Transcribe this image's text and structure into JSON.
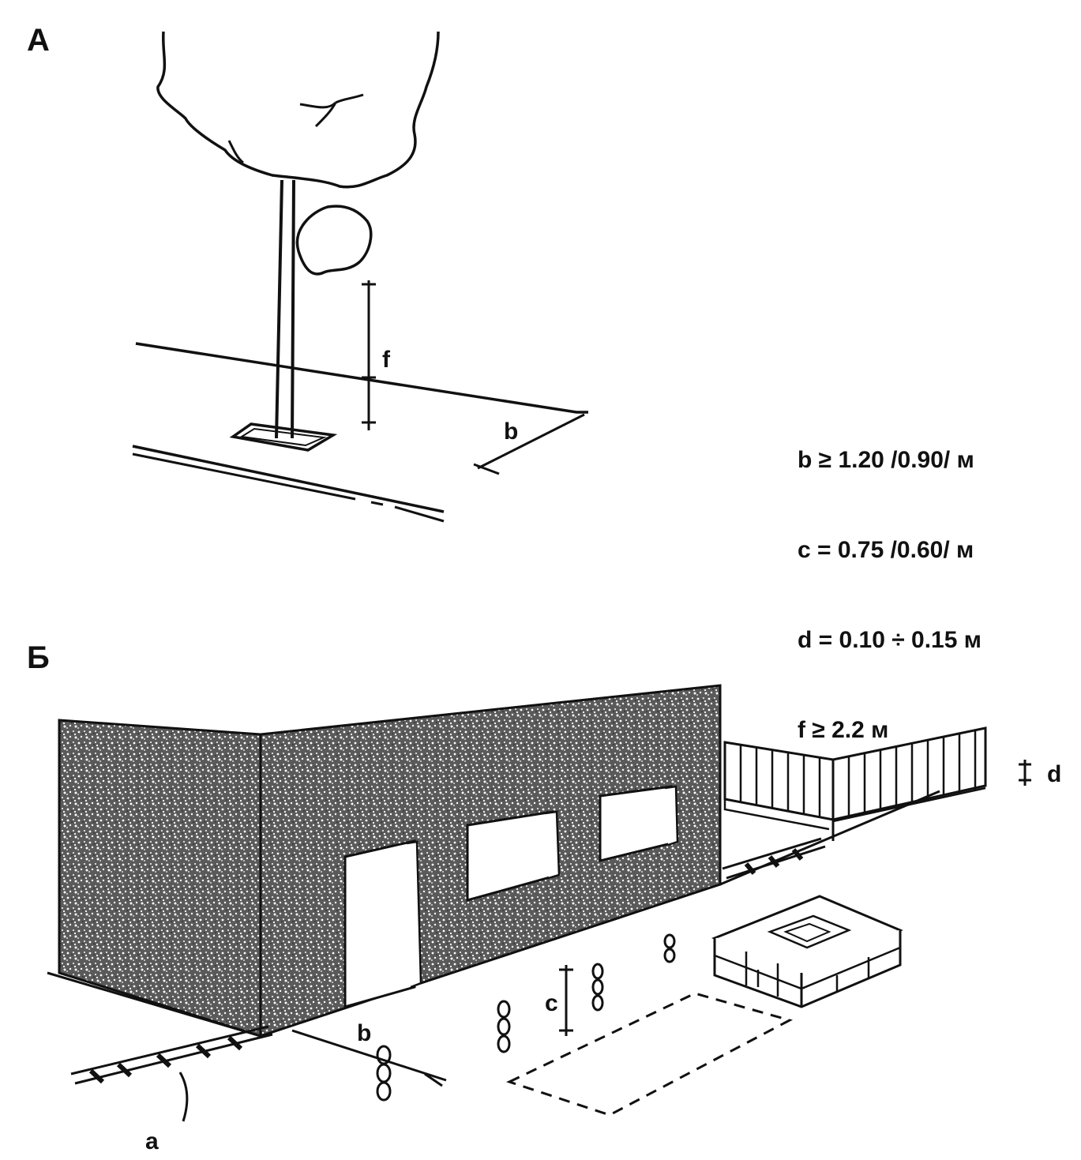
{
  "panels": {
    "a_label": "А",
    "b_label": "Б"
  },
  "dimensions": {
    "f": "f",
    "b_top": "b",
    "b_bottom": "b",
    "c": "c",
    "d": "d",
    "a": "a"
  },
  "legend": [
    "b ≥ 1.20 /0.90/ м",
    "c = 0.75 /0.60/ м",
    "d = 0.10 ÷ 0.15 м",
    "f ≥ 2.2 м"
  ]
}
